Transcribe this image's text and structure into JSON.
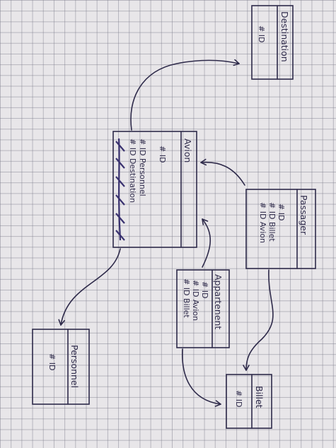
{
  "entities": {
    "destination": {
      "name": "Destination",
      "attributes": [
        "# ID"
      ]
    },
    "avion": {
      "name": "Avion",
      "attributes": [
        "# ID",
        "# ID Personnel",
        "# ID Destination"
      ]
    },
    "passager": {
      "name": "Passager",
      "attributes": [
        "# ID",
        "# ID Billet",
        "# ID Avion"
      ]
    },
    "appartenent": {
      "name": "Appartenent",
      "attributes": [
        "# ID",
        "# ID Avion",
        "# ID Billet"
      ]
    },
    "personnel": {
      "name": "Personnel",
      "attributes": [
        "# ID"
      ]
    },
    "billet": {
      "name": "Billet",
      "attributes": [
        "# ID"
      ]
    }
  },
  "colors": {
    "ink": "#2e2a4a",
    "paper": "#e8e6e9",
    "grid": "#787887"
  }
}
